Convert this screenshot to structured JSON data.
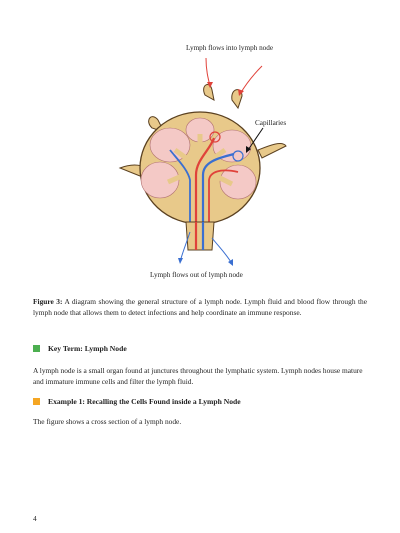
{
  "figure": {
    "label_top": "Lymph flows into lymph node",
    "label_capillaries": "Capillaries",
    "label_bottom": "Lymph flows out of lymph node"
  },
  "caption": {
    "bold": "Figure 3:",
    "text": " A diagram showing the general structure of a lymph node. Lymph fluid and blood flow through the lymph node that allows them to detect infections and help coordinate an immune response."
  },
  "key_term": {
    "title": "Key Term: Lymph Node",
    "color": "#4caf50",
    "body": "A lymph node is a small organ found at junctures throughout the lymphatic system. Lymph nodes house mature and immature immune cells and filter the lymph fluid."
  },
  "example": {
    "title": "Example 1: Recalling the Cells Found inside a Lymph Node",
    "color": "#f5a623",
    "body": "The figure shows a cross section of a lymph node."
  },
  "page_number": "4",
  "colors": {
    "capsule": "#e8c98a",
    "lobule": "#f4c9c6",
    "artery": "#e0423a",
    "vein": "#3a6fd1"
  }
}
